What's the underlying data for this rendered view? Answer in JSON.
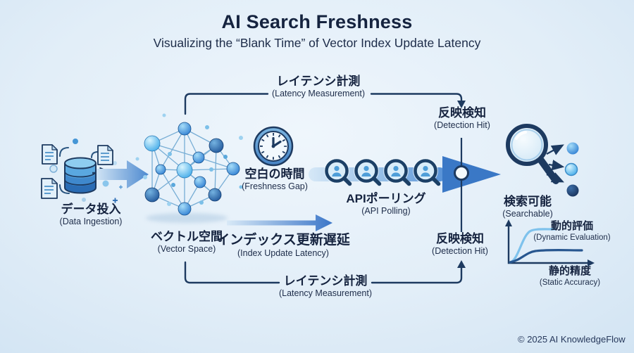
{
  "header": {
    "title": "AI Search Freshness",
    "subtitle": "Visualizing the “Blank Time” of Vector Index Update Latency"
  },
  "labels": {
    "data_ingestion": {
      "jp": "データ投入",
      "en": "(Data Ingestion)"
    },
    "vector_space": {
      "jp": "ベクトル空間",
      "en": "(Vector Space)"
    },
    "freshness_gap": {
      "jp": "空白の時間",
      "en": "(Freshness Gap)"
    },
    "latency_measurement_top": {
      "jp": "レイテンシ計測",
      "en": "(Latency Measurement)"
    },
    "detection_hit_top": {
      "jp": "反映検知",
      "en": "(Detection Hit)"
    },
    "api_polling": {
      "jp": "APIポーリング",
      "en": "(API Polling)"
    },
    "index_update_latency": {
      "jp": "インデックス更新遅延",
      "en": "(Index Update Latency)"
    },
    "detection_hit_bottom": {
      "jp": "反映検知",
      "en": "(Detection Hit)"
    },
    "latency_measurement_bottom": {
      "jp": "レイテンシ計測",
      "en": "(Latency Measurement)"
    },
    "searchable": {
      "jp": "検索可能",
      "en": "(Searchable)"
    },
    "dynamic_evaluation": {
      "jp": "動的評価",
      "en": "(Dynamic Evaluation)"
    },
    "static_accuracy": {
      "jp": "静的精度",
      "en": "(Static Accuracy)"
    }
  },
  "icons": [
    "document-icon",
    "database-icon",
    "clock-icon",
    "user-search-icon",
    "search-icon",
    "vector-network-icon",
    "result-node-icon",
    "flow-arrow-icon"
  ],
  "mini_chart": {
    "type": "line",
    "x_axis": "time",
    "series": [
      {
        "name": "動的評価 (Dynamic Evaluation)",
        "color": "#7ec2ec",
        "points_norm": [
          [
            0,
            0
          ],
          [
            0.15,
            0.1
          ],
          [
            0.3,
            0.75
          ],
          [
            0.45,
            0.92
          ],
          [
            0.55,
            0.92
          ]
        ]
      },
      {
        "name": "静的精度 (Static Accuracy)",
        "color": "#27568f",
        "points_norm": [
          [
            0,
            0
          ],
          [
            0.2,
            0.1
          ],
          [
            0.4,
            0.3
          ],
          [
            0.55,
            0.34
          ],
          [
            0.9,
            0.34
          ]
        ]
      }
    ],
    "legend_position": "inline-labels",
    "grid": false
  },
  "footer": {
    "copyright": "© 2025 AI KnowledgeFlow"
  },
  "colors": {
    "background_center": "#eff6fc",
    "background_edge": "#b9d3ea",
    "ink": "#15233f",
    "line": "#1d3a60",
    "accent_blue": "#3a78c6",
    "node_blue": "#2d7dd2",
    "node_cyan": "#38a8e8",
    "node_dark": "#1a4f94",
    "curve_light": "#7ec2ec",
    "curve_dark": "#27568f"
  }
}
